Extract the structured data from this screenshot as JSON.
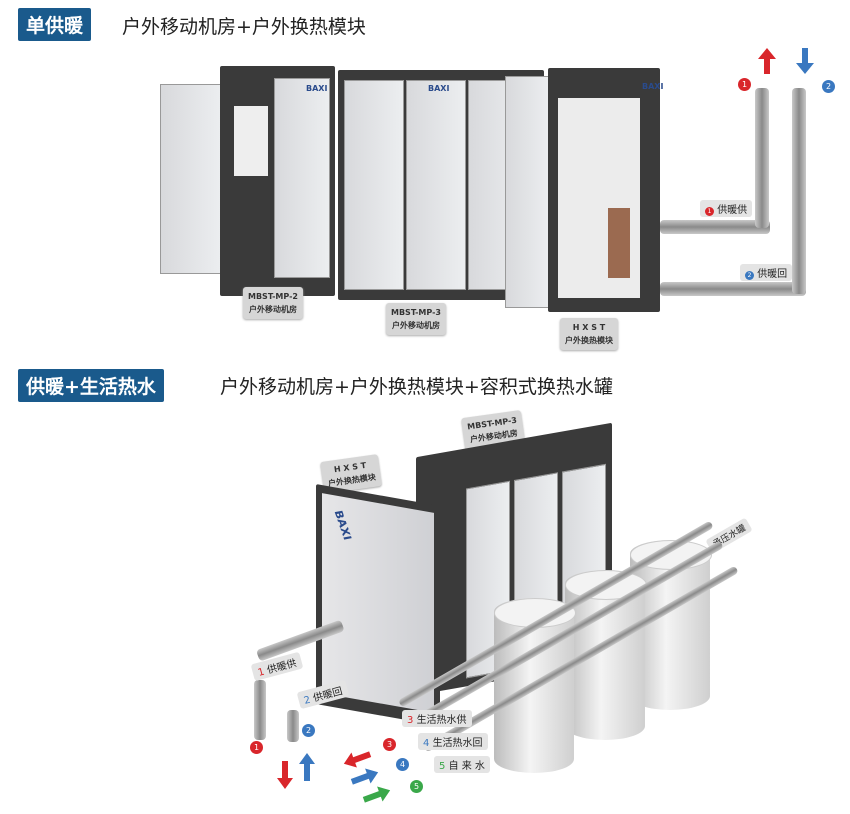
{
  "section1": {
    "badge": "单供暖",
    "title": "户外移动机房+户外换热模块",
    "tags": [
      {
        "line1": "MBST-MP-2",
        "line2": "户外移动机房"
      },
      {
        "line1": "MBST-MP-3",
        "line2": "户外移动机房"
      },
      {
        "line1": "H X S T",
        "line2": "户外换热模块"
      }
    ],
    "brand": "BAXI",
    "pipes": [
      {
        "num": "1",
        "label": "供暖供"
      },
      {
        "num": "2",
        "label": "供暖回"
      }
    ]
  },
  "section2": {
    "badge": "供暖+生活热水",
    "title": "户外移动机房+户外换热模块+容积式换热水罐",
    "tags": [
      {
        "line1": "H X S T",
        "line2": "户外换热模块"
      },
      {
        "line1": "MBST-MP-3",
        "line2": "户外移动机房"
      }
    ],
    "tank_label": "承压水罐",
    "brand": "BAXI",
    "pipes": [
      {
        "num": "1",
        "label": "供暖供"
      },
      {
        "num": "2",
        "label": "供暖回"
      },
      {
        "num": "3",
        "label": "生活热水供"
      },
      {
        "num": "4",
        "label": "生活热水回"
      },
      {
        "num": "5",
        "label": "自 来 水"
      }
    ]
  },
  "colors": {
    "badge": "#1a5a8c",
    "red": "#d9262b",
    "blue": "#3a78c0",
    "green": "#3aa84a"
  }
}
